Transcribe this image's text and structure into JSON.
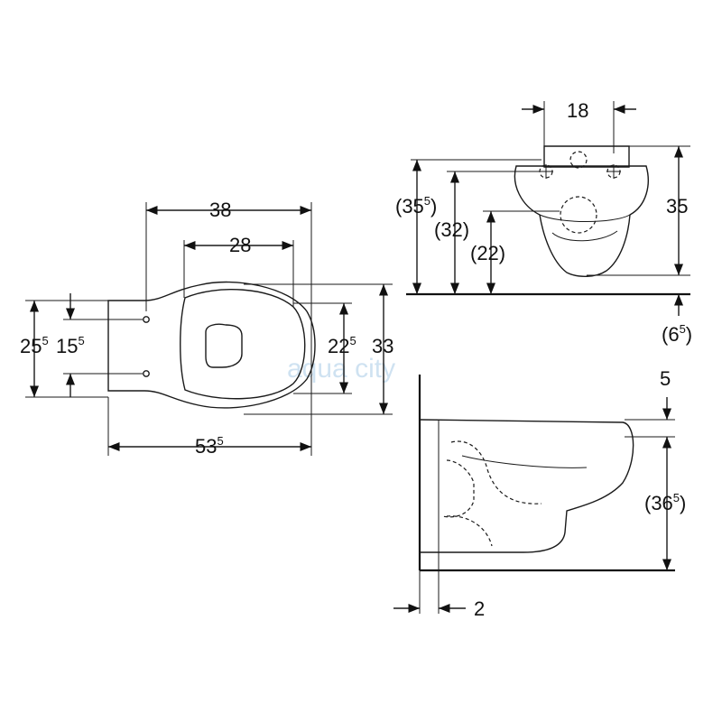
{
  "dimensions": {
    "top_width_overall": "38",
    "top_width_seat": "28",
    "top_length": {
      "main": "53",
      "sup": "5"
    },
    "top_height_25": {
      "main": "25",
      "sup": "5"
    },
    "top_height_15": {
      "main": "15",
      "sup": "5"
    },
    "top_height_22": {
      "main": "22",
      "sup": "5"
    },
    "top_height_33": "33",
    "front_spacing_18": "18",
    "front_height_35_paren": {
      "main": "(35",
      "sup": "5",
      "close": ")"
    },
    "front_height_32": "(32)",
    "front_height_22": "(22)",
    "front_height_35": "35",
    "front_offset_6": {
      "main": "(6",
      "sup": "5",
      "close": ")"
    },
    "side_top_5": "5",
    "side_height_36": {
      "main": "(36",
      "sup": "5",
      "close": ")"
    },
    "side_gap_2": "2"
  },
  "watermark": "aqua city",
  "colors": {
    "line": "#1a1a1a",
    "watermark": "#bcd7ec",
    "background": "#ffffff"
  }
}
